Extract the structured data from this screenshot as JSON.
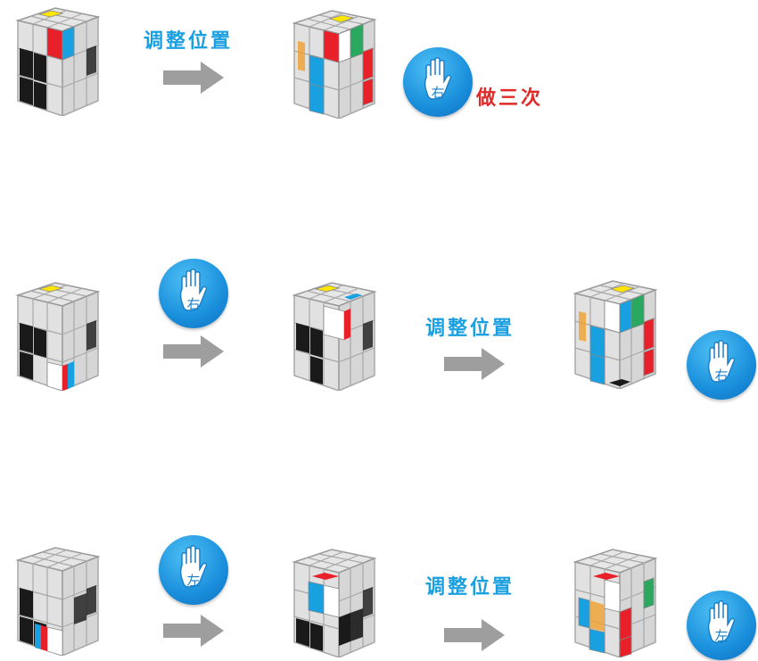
{
  "colors": {
    "accent_blue": "#1a9fe0",
    "accent_red": "#e02a2a",
    "arrow_gray": "#9e9e9e",
    "sticker_yellow": "#ffe600",
    "sticker_red": "#e8202a",
    "sticker_blue": "#18a0e0",
    "sticker_green": "#2aa860",
    "sticker_orange": "#f0a030",
    "sticker_white": "#ffffff",
    "sticker_black": "#1a1a1a"
  },
  "rows": [
    {
      "steps": [
        {
          "kind": "cube"
        },
        {
          "kind": "label",
          "text": "调整位置"
        },
        {
          "kind": "cube"
        },
        {
          "kind": "hand",
          "hand": "右"
        },
        {
          "kind": "repeat",
          "text": "做三次"
        }
      ]
    },
    {
      "steps": [
        {
          "kind": "cube"
        },
        {
          "kind": "hand",
          "hand": "右"
        },
        {
          "kind": "cube"
        },
        {
          "kind": "label",
          "text": "调整位置"
        },
        {
          "kind": "cube"
        },
        {
          "kind": "hand",
          "hand": "右"
        }
      ]
    },
    {
      "steps": [
        {
          "kind": "cube"
        },
        {
          "kind": "hand",
          "hand": "左"
        },
        {
          "kind": "cube"
        },
        {
          "kind": "label",
          "text": "调整位置"
        },
        {
          "kind": "cube"
        },
        {
          "kind": "hand",
          "hand": "左"
        }
      ]
    }
  ],
  "labels": {
    "r1_adjust": "调整位置",
    "r1_repeat": "做三次",
    "r1_hand": "右",
    "r2_hand_a": "右",
    "r2_adjust": "调整位置",
    "r2_hand_b": "右",
    "r3_hand_a": "左",
    "r3_adjust": "调整位置",
    "r3_hand_b": "左"
  }
}
